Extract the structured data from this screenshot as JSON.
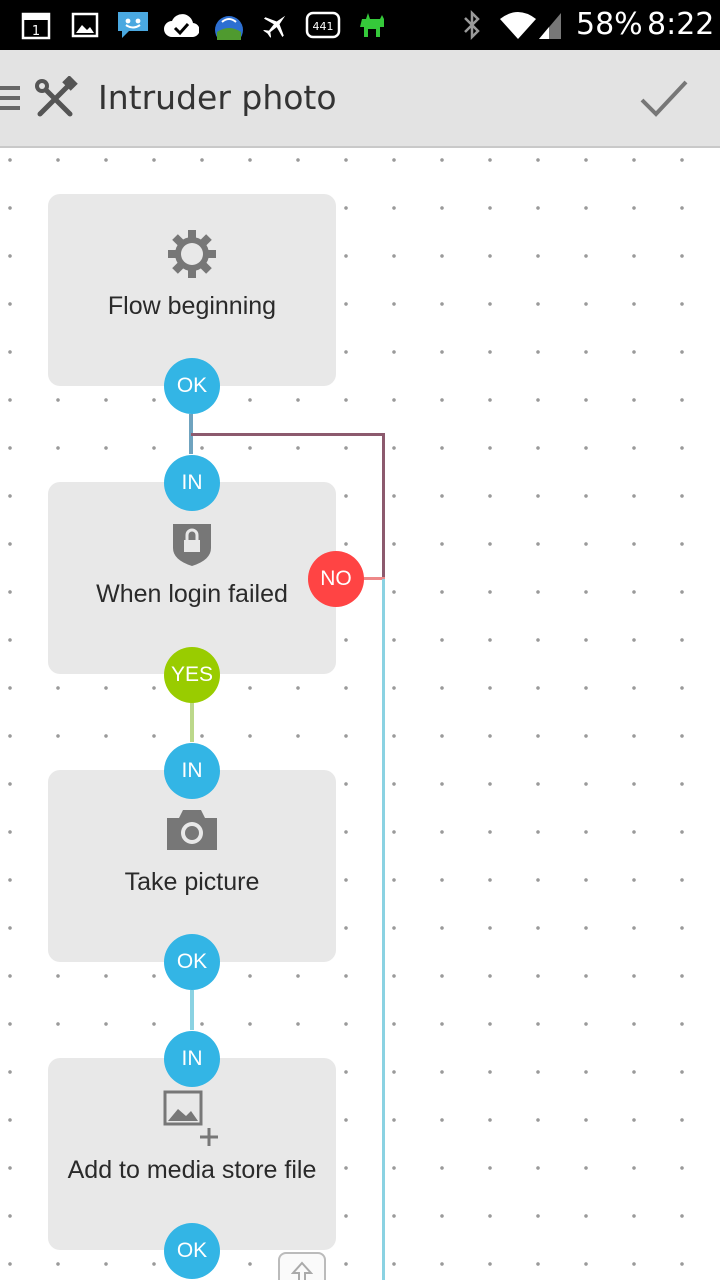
{
  "status_bar": {
    "battery": "58%",
    "time": "8:22",
    "calendar_day": "1",
    "badge_number": "441",
    "icons": [
      "calendar-icon",
      "gallery-icon",
      "messaging-icon",
      "sync-done-icon",
      "weather-icon",
      "airplane-icon",
      "badge-icon",
      "android-icon",
      "bluetooth-icon",
      "wifi-icon",
      "signal-icon"
    ]
  },
  "action_bar": {
    "title": "Intruder photo",
    "icons": [
      "menu-icon",
      "tools-icon",
      "confirm-check-icon"
    ]
  },
  "flow": {
    "blocks": [
      {
        "label": "Flow beginning",
        "icon": "gear-icon",
        "ports": [
          "OK"
        ]
      },
      {
        "label": "When login failed",
        "icon": "lock-shield-icon",
        "ports": [
          "IN",
          "NO",
          "YES"
        ]
      },
      {
        "label": "Take picture",
        "icon": "camera-icon",
        "ports": [
          "IN",
          "OK"
        ]
      },
      {
        "label": "Add to media store file",
        "icon": "image-add-icon",
        "ports": [
          "IN",
          "OK"
        ]
      }
    ]
  },
  "colors": {
    "port_blue": "#33b5e5",
    "port_green": "#99cc00",
    "port_red": "#ff4444",
    "card_bg": "#e8e8e8"
  }
}
